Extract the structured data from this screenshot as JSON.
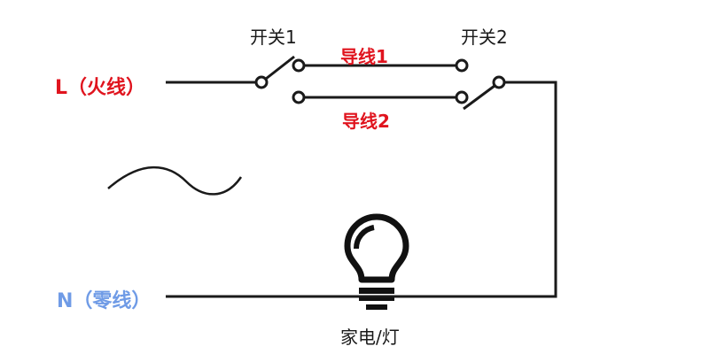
{
  "labels": {
    "live": "L（火线）",
    "neutral": "N（零线）",
    "switch1": "开关1",
    "switch2": "开关2",
    "wire1": "导线1",
    "wire2": "导线2",
    "lamp": "家电/灯"
  },
  "colors": {
    "live": "#e0141e",
    "neutral": "#6f9be6",
    "wire": "#1a1a1a",
    "text": "#1a1a1a"
  },
  "icons": [
    "ac-sine-wave-icon",
    "light-bulb-icon"
  ]
}
